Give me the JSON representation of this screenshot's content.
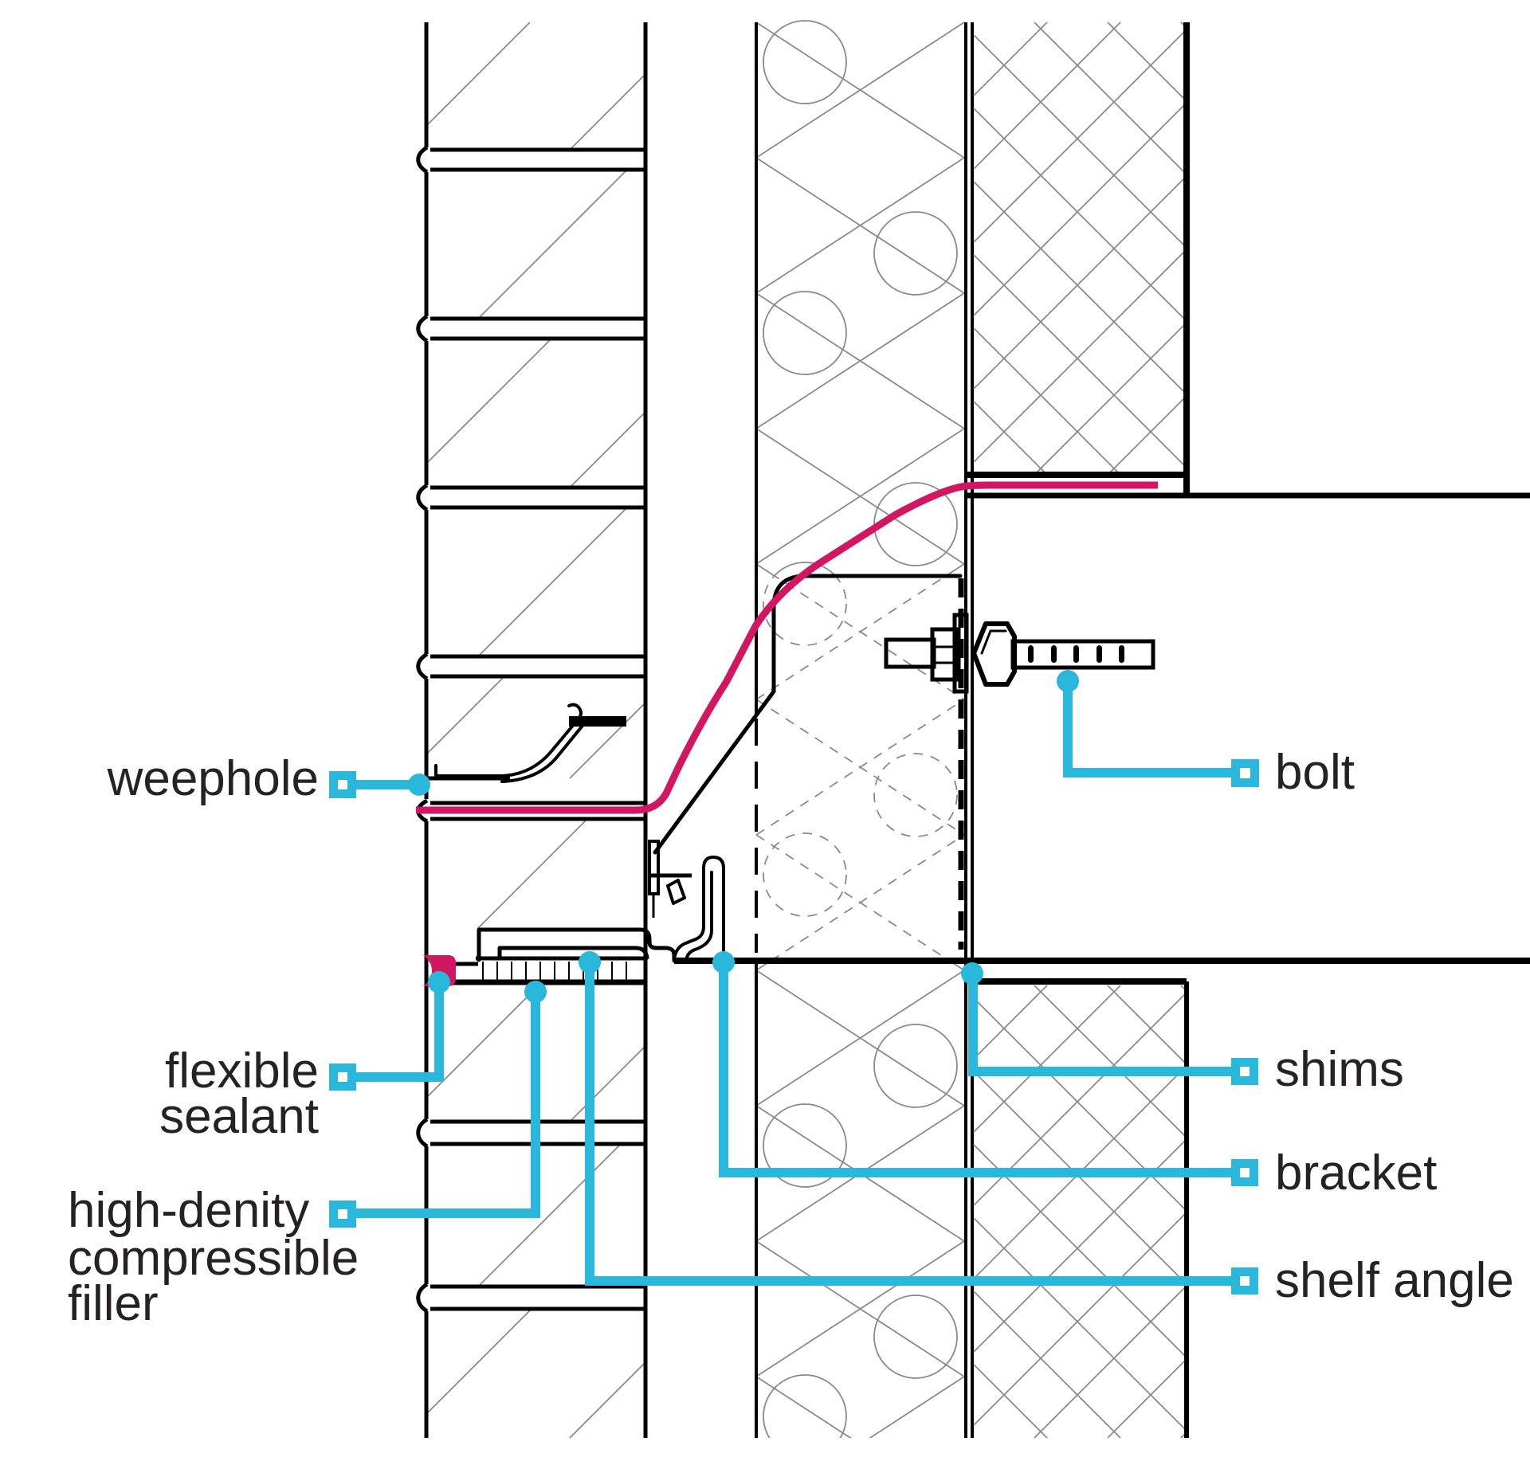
{
  "diagram_title": "masonry shelf angle wall section detail",
  "colors": {
    "leader_cyan": "#29b8dc",
    "flashing_magenta": "#d31661",
    "drawing_black": "#000000",
    "hatch_gray": "#8a8a8a",
    "text_dark": "#262223",
    "background": "#ffffff"
  },
  "labels": {
    "weephole": "weephole",
    "flexible_sealant_line1": "flexible",
    "flexible_sealant_line2": "sealant",
    "filler_line1": "high-denity",
    "filler_line2": "compressible",
    "filler_line3": "filler",
    "bolt": "bolt",
    "shims": "shims",
    "bracket": "bracket",
    "shelf_angle": "shelf angle"
  }
}
